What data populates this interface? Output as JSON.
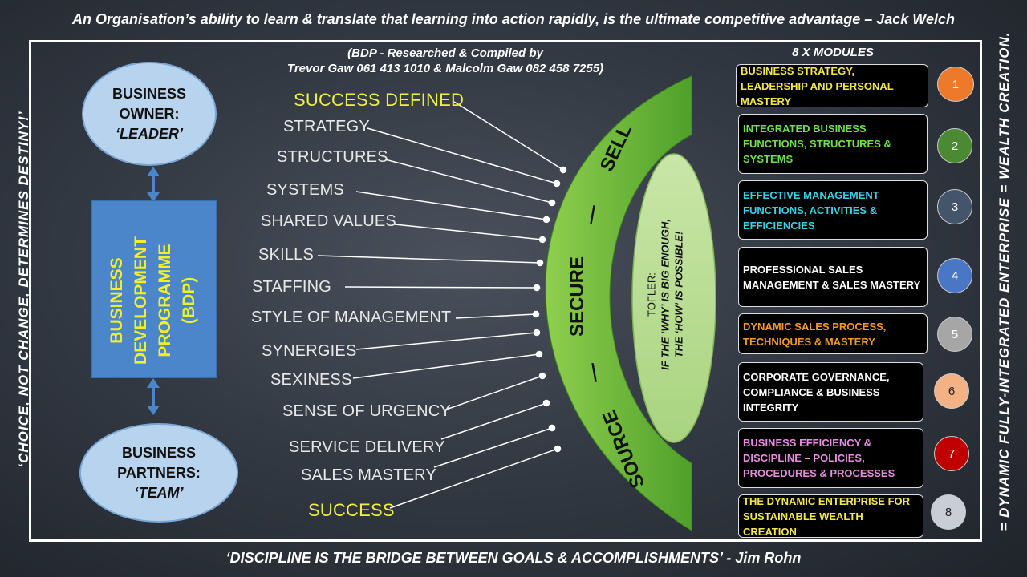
{
  "quotes": {
    "top": "An Organisation’s  ability to learn & translate that learning into action rapidly, is the ultimate competitive advantage – Jack Welch",
    "bottom": "‘DISCIPLINE IS THE BRIDGE BETWEEN GOALS & ACCOMPLISHMENTS’  - Jim Rohn"
  },
  "side": {
    "left_1": "‘CHOICE,  ",
    "left_2": "NOT",
    "left_3": " CHANGE,  DETERMINES  DESTINY!’",
    "right": "= DYNAMIC  FULLY-INTEGRATED  ENTERPRISE  =  WEALTH  CREATION."
  },
  "credit": {
    "line1": "(BDP - Researched & Compiled by",
    "line2": "Trevor Gaw 061 413 1010 & Malcolm Gaw 082 458 7255)"
  },
  "owner": {
    "line1": "BUSINESS",
    "line2": "OWNER:",
    "line3": "‘LEADER’"
  },
  "partners": {
    "line1": "BUSINESS",
    "line2": "PARTNERS:",
    "line3": "‘TEAM’"
  },
  "bdp": {
    "line1": "BUSINESS",
    "line2": "DEVELOPMENT",
    "line3": "PROGRAMME",
    "line4": "(BDP)"
  },
  "items": [
    "SUCCESS DEFINED",
    "STRATEGY",
    "STRUCTURES",
    "SYSTEMS",
    "SHARED VALUES",
    "SKILLS",
    "STAFFING",
    "STYLE OF MANAGEMENT",
    "SYNERGIES",
    "SEXINESS",
    "SENSE OF URGENCY",
    "SERVICE DELIVERY",
    "SALES MASTERY",
    "SUCCESS"
  ],
  "arc": {
    "sell": "SELL",
    "dash": "—",
    "secure": "SECURE",
    "source": "SOURCE"
  },
  "tofler": {
    "label": "TOFLER:",
    "line1": "IF THE ‘WHY’ IS BIG ENOUGH,",
    "line2": "THE ‘HOW’ IS POSSIBLE!"
  },
  "modules": {
    "title": "8 X MODULES",
    "items": [
      {
        "text": "BUSINESS STRATEGY, LEADERSHIP AND PERSONAL MASTERY",
        "number": "1",
        "text_color": "#f2e64a",
        "circle_color": "#ec7a2a"
      },
      {
        "text": "INTEGRATED BUSINESS FUNCTIONS, STRUCTURES & SYSTEMS",
        "number": "2",
        "text_color": "#6ee04a",
        "circle_color": "#4b8a33"
      },
      {
        "text": "EFFECTIVE MANAGEMENT FUNCTIONS, ACTIVITIES & EFFICIENCIES",
        "number": "3",
        "text_color": "#3ad0e6",
        "circle_color": "#44546a"
      },
      {
        "text": "PROFESSIONAL SALES MANAGEMENT & SALES MASTERY",
        "number": "4",
        "text_color": "#ffffff",
        "circle_color": "#4a76c6"
      },
      {
        "text": "DYNAMIC SALES PROCESS, TECHNIQUES & MASTERY",
        "number": "5",
        "text_color": "#f29a26",
        "circle_color": "#a6a6a6"
      },
      {
        "text": "CORPORATE GOVERNANCE, COMPLIANCE & BUSINESS INTEGRITY",
        "number": "6",
        "text_color": "#ffffff",
        "circle_color": "#f4b183"
      },
      {
        "text": "BUSINESS EFFICIENCY & DISCIPLINE – POLICIES, PROCEDURES & PROCESSES",
        "number": "7",
        "text_color": "#e88ce0",
        "circle_color": "#c00000"
      },
      {
        "text": "THE DYNAMIC ENTERPRISE FOR SUSTAINABLE WEALTH CREATION",
        "number": "8",
        "text_color": "#f2e64a",
        "circle_color": "#c9cdd6"
      }
    ]
  }
}
